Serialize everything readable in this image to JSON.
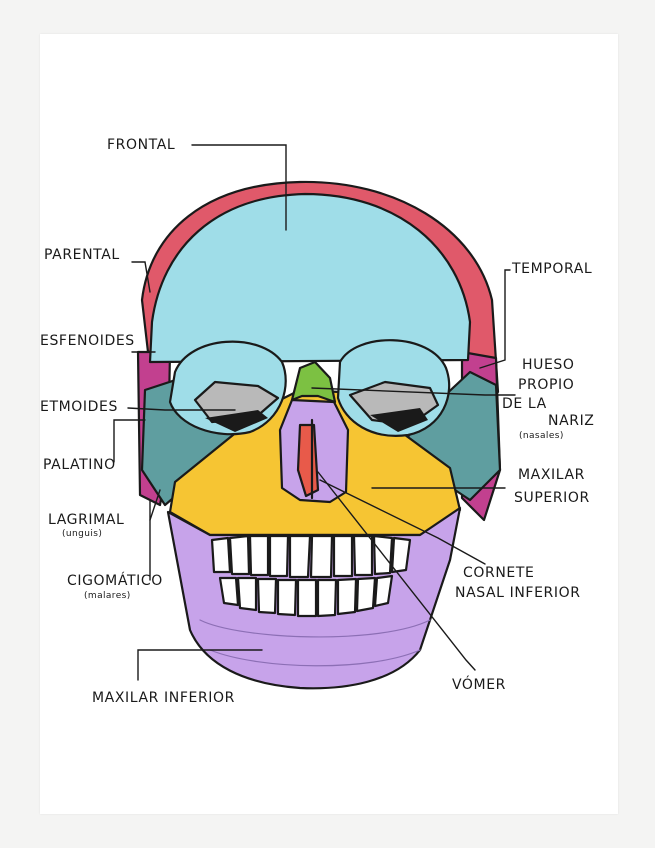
{
  "labels": {
    "frontal": "FRONTAL",
    "parental": "PARENTAL",
    "esfenoides": "ESFENOIDES",
    "etmoides": "ETMOIDES",
    "palatino": "PALATINO",
    "lagrimal": "LAGRIMAL",
    "lagrimal_sub": "(unguis)",
    "cigomatico": "CIGOMÁTICO",
    "cigomatico_sub": "(malares)",
    "maxilar_inferior": "MAXILAR INFERIOR",
    "temporal": "TEMPORAL",
    "hueso_propio_1": "HUESO",
    "hueso_propio_2": "PROPIO",
    "hueso_propio_3": "DE LA",
    "hueso_propio_4": "NARIZ",
    "hueso_propio_sub": "(nasales)",
    "maxilar_superior_1": "MAXILAR",
    "maxilar_superior_2": "SUPERIOR",
    "cornete_1": "CORNETE",
    "cornete_2": "NASAL INFERIOR",
    "vomer": "VÓMER"
  },
  "colors": {
    "frontal": "#9fdde8",
    "parietal": "#e0596a",
    "temporal_sphenoid": "#c2408f",
    "zygomatic": "#5f9ea0",
    "maxilla": "#f6c533",
    "mandible": "#c7a3ea",
    "nasal": "#7cc142",
    "orbit_gray": "#b9b9b9",
    "vomer": "#c7a3ea",
    "turbinate": "#e85a4a"
  }
}
